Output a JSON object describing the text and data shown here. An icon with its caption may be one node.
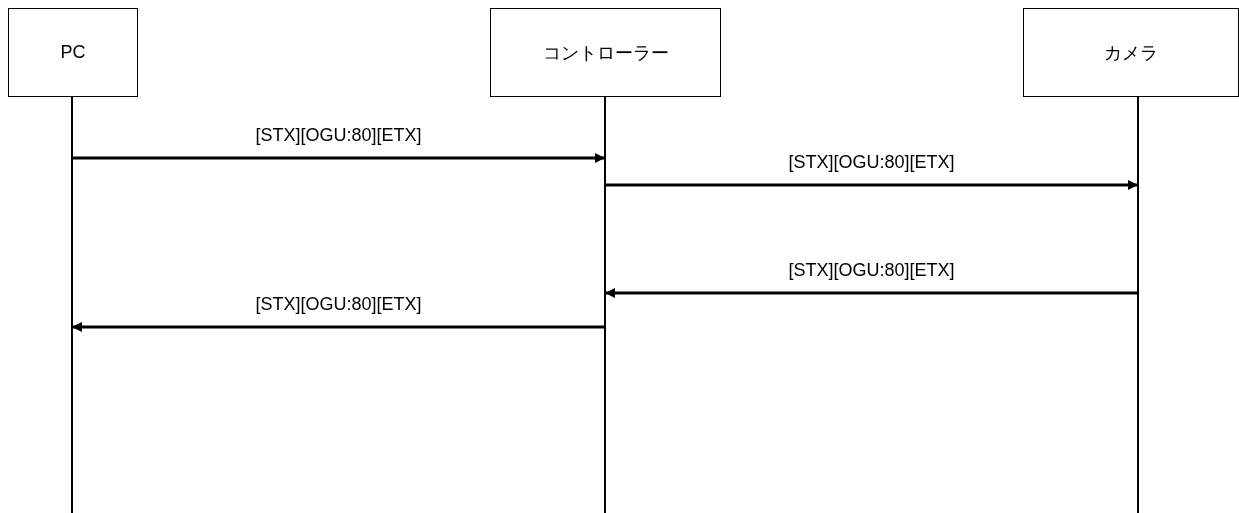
{
  "diagram": {
    "nodes": [
      {
        "text": [
          "PC"
        ]
      },
      {
        "text": [
          "コントローラー"
        ]
      },
      {
        "text": [
          "カメラ"
        ]
      },
      {
        "text": [],
        "shape": "bar"
      },
      {
        "text": [],
        "shape": "bar"
      },
      {
        "text": [],
        "shape": "bar"
      }
    ],
    "edges": [
      {
        "from": 3,
        "to": 4,
        "arrow": "to",
        "label": "[STX][OGU:80][ETX]"
      },
      {
        "from": 4,
        "to": 5,
        "arrow": "to",
        "label": "[STX][OGU:80][ETX]"
      },
      {
        "from": 5,
        "to": 4,
        "arrow": "to",
        "label": "[STX][OGU:80][ETX]"
      },
      {
        "from": 4,
        "to": 3,
        "arrow": "to",
        "label": "[STX][OGU:80][ETX]"
      }
    ]
  }
}
